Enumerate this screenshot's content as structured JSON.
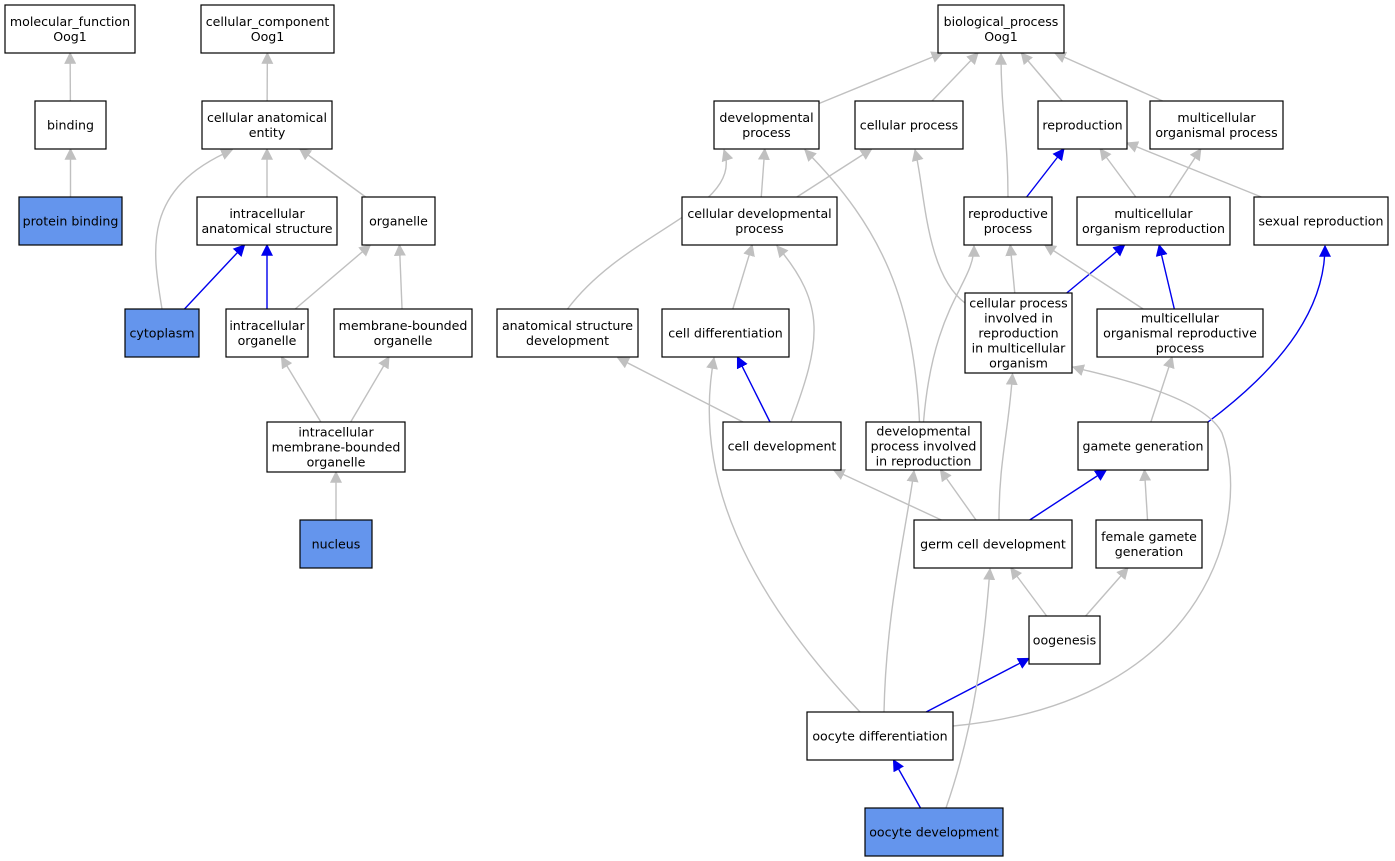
{
  "colors": {
    "highlight_fill": "#6495ed",
    "normal_fill": "#ffffff",
    "border": "#000000",
    "edge_gray": "#c0c0c0",
    "edge_blue": "#0000ee"
  },
  "nodes": [
    {
      "id": "mf",
      "lines": [
        "molecular_function",
        "Oog1"
      ],
      "highlight": false
    },
    {
      "id": "binding",
      "lines": [
        "binding"
      ],
      "highlight": false
    },
    {
      "id": "protein_binding",
      "lines": [
        "protein binding"
      ],
      "highlight": true
    },
    {
      "id": "cc",
      "lines": [
        "cellular_component",
        "Oog1"
      ],
      "highlight": false
    },
    {
      "id": "cae",
      "lines": [
        "cellular anatomical",
        "entity"
      ],
      "highlight": false
    },
    {
      "id": "ias",
      "lines": [
        "intracellular",
        "anatomical structure"
      ],
      "highlight": false
    },
    {
      "id": "organelle",
      "lines": [
        "organelle"
      ],
      "highlight": false
    },
    {
      "id": "cytoplasm",
      "lines": [
        "cytoplasm"
      ],
      "highlight": true
    },
    {
      "id": "io",
      "lines": [
        "intracellular",
        "organelle"
      ],
      "highlight": false
    },
    {
      "id": "mbo",
      "lines": [
        "membrane-bounded",
        "organelle"
      ],
      "highlight": false
    },
    {
      "id": "imbo",
      "lines": [
        "intracellular",
        "membrane-bounded",
        "organelle"
      ],
      "highlight": false
    },
    {
      "id": "nucleus",
      "lines": [
        "nucleus"
      ],
      "highlight": true
    },
    {
      "id": "bp",
      "lines": [
        "biological_process",
        "Oog1"
      ],
      "highlight": false
    },
    {
      "id": "dp",
      "lines": [
        "developmental",
        "process"
      ],
      "highlight": false
    },
    {
      "id": "cp",
      "lines": [
        "cellular process"
      ],
      "highlight": false
    },
    {
      "id": "repro",
      "lines": [
        "reproduction"
      ],
      "highlight": false
    },
    {
      "id": "mop",
      "lines": [
        "multicellular",
        "organismal process"
      ],
      "highlight": false
    },
    {
      "id": "cdp",
      "lines": [
        "cellular developmental",
        "process"
      ],
      "highlight": false
    },
    {
      "id": "rp",
      "lines": [
        "reproductive",
        "process"
      ],
      "highlight": false
    },
    {
      "id": "mor",
      "lines": [
        "multicellular",
        "organism reproduction"
      ],
      "highlight": false
    },
    {
      "id": "sr",
      "lines": [
        "sexual reproduction"
      ],
      "highlight": false
    },
    {
      "id": "asd",
      "lines": [
        "anatomical structure",
        "development"
      ],
      "highlight": false
    },
    {
      "id": "cdiff",
      "lines": [
        "cell differentiation"
      ],
      "highlight": false
    },
    {
      "id": "cpirmo",
      "lines": [
        "cellular process",
        "involved in",
        "reproduction",
        "in multicellular",
        "organism"
      ],
      "highlight": false
    },
    {
      "id": "morp",
      "lines": [
        "multicellular",
        "organismal reproductive",
        "process"
      ],
      "highlight": false
    },
    {
      "id": "cdev",
      "lines": [
        "cell development"
      ],
      "highlight": false
    },
    {
      "id": "dpir",
      "lines": [
        "developmental",
        "process involved",
        "in reproduction"
      ],
      "highlight": false
    },
    {
      "id": "gg",
      "lines": [
        "gamete generation"
      ],
      "highlight": false
    },
    {
      "id": "gcd",
      "lines": [
        "germ cell development"
      ],
      "highlight": false
    },
    {
      "id": "fgg",
      "lines": [
        "female gamete",
        "generation"
      ],
      "highlight": false
    },
    {
      "id": "oogenesis",
      "lines": [
        "oogenesis"
      ],
      "highlight": false
    },
    {
      "id": "odiff",
      "lines": [
        "oocyte differentiation"
      ],
      "highlight": false
    },
    {
      "id": "odev",
      "lines": [
        "oocyte development"
      ],
      "highlight": true
    }
  ],
  "edges": [
    {
      "from": "binding",
      "to": "mf",
      "color": "gray"
    },
    {
      "from": "protein_binding",
      "to": "binding",
      "color": "gray"
    },
    {
      "from": "cae",
      "to": "cc",
      "color": "gray"
    },
    {
      "from": "ias",
      "to": "cae",
      "color": "gray"
    },
    {
      "from": "organelle",
      "to": "cae",
      "color": "gray"
    },
    {
      "from": "cytoplasm",
      "to": "cae",
      "color": "gray"
    },
    {
      "from": "cytoplasm",
      "to": "ias",
      "color": "blue"
    },
    {
      "from": "io",
      "to": "ias",
      "color": "blue"
    },
    {
      "from": "io",
      "to": "organelle",
      "color": "gray"
    },
    {
      "from": "mbo",
      "to": "organelle",
      "color": "gray"
    },
    {
      "from": "imbo",
      "to": "io",
      "color": "gray"
    },
    {
      "from": "imbo",
      "to": "mbo",
      "color": "gray"
    },
    {
      "from": "nucleus",
      "to": "imbo",
      "color": "gray"
    },
    {
      "from": "dp",
      "to": "bp",
      "color": "gray"
    },
    {
      "from": "cp",
      "to": "bp",
      "color": "gray"
    },
    {
      "from": "repro",
      "to": "bp",
      "color": "gray"
    },
    {
      "from": "mop",
      "to": "bp",
      "color": "gray"
    },
    {
      "from": "rp",
      "to": "bp",
      "color": "gray"
    },
    {
      "from": "cdp",
      "to": "dp",
      "color": "gray"
    },
    {
      "from": "cdp",
      "to": "cp",
      "color": "gray"
    },
    {
      "from": "rp",
      "to": "repro",
      "color": "blue"
    },
    {
      "from": "mor",
      "to": "repro",
      "color": "gray"
    },
    {
      "from": "mor",
      "to": "mop",
      "color": "gray"
    },
    {
      "from": "sr",
      "to": "repro",
      "color": "gray"
    },
    {
      "from": "asd",
      "to": "dp",
      "color": "gray"
    },
    {
      "from": "cdiff",
      "to": "cdp",
      "color": "gray"
    },
    {
      "from": "cpirmo",
      "to": "cp",
      "color": "gray"
    },
    {
      "from": "cpirmo",
      "to": "rp",
      "color": "gray"
    },
    {
      "from": "cpirmo",
      "to": "mor",
      "color": "blue"
    },
    {
      "from": "morp",
      "to": "rp",
      "color": "gray"
    },
    {
      "from": "morp",
      "to": "mor",
      "color": "blue"
    },
    {
      "from": "cdev",
      "to": "asd",
      "color": "gray"
    },
    {
      "from": "cdev",
      "to": "cdiff",
      "color": "blue"
    },
    {
      "from": "cdev",
      "to": "cdp",
      "color": "gray"
    },
    {
      "from": "dpir",
      "to": "dp",
      "color": "gray"
    },
    {
      "from": "dpir",
      "to": "rp",
      "color": "gray"
    },
    {
      "from": "gg",
      "to": "morp",
      "color": "gray"
    },
    {
      "from": "gg",
      "to": "sr",
      "color": "blue"
    },
    {
      "from": "gcd",
      "to": "cdev",
      "color": "gray"
    },
    {
      "from": "gcd",
      "to": "dpir",
      "color": "gray"
    },
    {
      "from": "gcd",
      "to": "cpirmo",
      "color": "gray"
    },
    {
      "from": "gcd",
      "to": "gg",
      "color": "blue"
    },
    {
      "from": "fgg",
      "to": "gg",
      "color": "gray"
    },
    {
      "from": "oogenesis",
      "to": "gcd",
      "color": "gray"
    },
    {
      "from": "oogenesis",
      "to": "fgg",
      "color": "gray"
    },
    {
      "from": "odiff",
      "to": "oogenesis",
      "color": "blue"
    },
    {
      "from": "odiff",
      "to": "cdiff",
      "color": "gray"
    },
    {
      "from": "odiff",
      "to": "dpir",
      "color": "gray"
    },
    {
      "from": "odiff",
      "to": "cpirmo",
      "color": "gray"
    },
    {
      "from": "odev",
      "to": "odiff",
      "color": "blue"
    },
    {
      "from": "odev",
      "to": "gcd",
      "color": "gray"
    }
  ]
}
